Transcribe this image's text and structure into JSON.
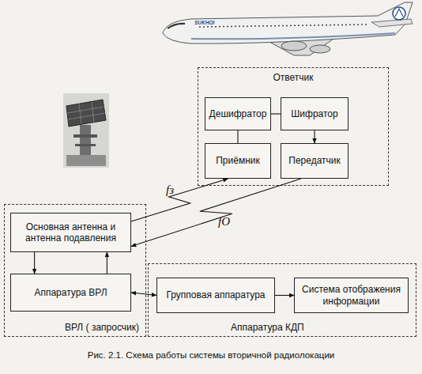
{
  "diagram": {
    "caption": "Рис. 2.1. Схема работы системы вторичной радиолокации",
    "nodes": [
      {
        "text": [
          "Ответчик"
        ]
      },
      {
        "text": [
          "Дешифратор"
        ],
        "in": 0
      },
      {
        "text": [
          "Шифратор"
        ],
        "in": 0
      },
      {
        "text": [
          "Приёмник"
        ],
        "in": 0
      },
      {
        "text": [
          "Передатчик"
        ],
        "in": 0
      },
      {
        "text": [
          "ВРЛ ( запросчик)"
        ]
      },
      {
        "text": [
          "Основная антенна и антенна подавления"
        ],
        "in": 5
      },
      {
        "text": [
          "Аппаратура ВРЛ"
        ],
        "in": 5
      },
      {
        "text": [
          "Аппаратура КДП"
        ]
      },
      {
        "text": [
          "Групповая аппаратура"
        ],
        "in": 8
      },
      {
        "text": [
          "Система отображения информации"
        ],
        "in": 8
      }
    ],
    "edges": [
      {
        "from": 1,
        "to": 2,
        "arrow": "none"
      },
      {
        "from": 3,
        "to": 1,
        "arrow": "none"
      },
      {
        "from": 2,
        "to": 4,
        "arrow": "to"
      },
      {
        "from": 6,
        "to": 3,
        "label": "fз",
        "arrow": "to"
      },
      {
        "from": 4,
        "to": 6,
        "label": "fО",
        "arrow": "to"
      },
      {
        "from": 6,
        "to": 7,
        "arrow": "to"
      },
      {
        "from": 7,
        "to": 6,
        "arrow": "to"
      },
      {
        "from": 7,
        "to": 9,
        "arrow": "both"
      },
      {
        "from": 9,
        "to": 10,
        "arrow": "to"
      }
    ],
    "labels": [
      "SUKHOI"
    ]
  }
}
